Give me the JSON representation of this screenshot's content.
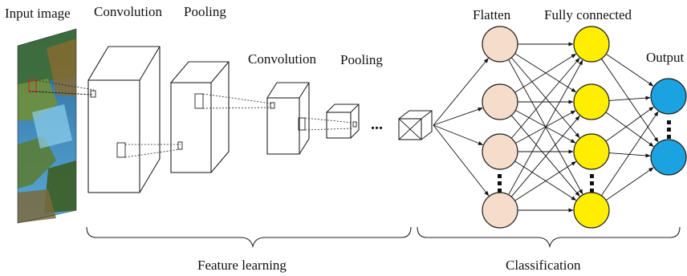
{
  "labels": {
    "input_image": "Input image",
    "convolution_1": "Convolution",
    "pooling_1": "Pooling",
    "convolution_2": "Convolution",
    "pooling_2": "Pooling",
    "ellipsis": "...",
    "flatten": "Flatten",
    "fully_connected": "Fully connected",
    "output": "Output",
    "feature_learning": "Feature learning",
    "classification": "Classification"
  },
  "colors": {
    "flatten_node": "#f5dccb",
    "fc_node": "#ffee00",
    "output_node": "#1aa3e0",
    "stroke": "#222222"
  },
  "network": {
    "flatten_nodes": 4,
    "fc_nodes": 4,
    "output_nodes": 2
  }
}
